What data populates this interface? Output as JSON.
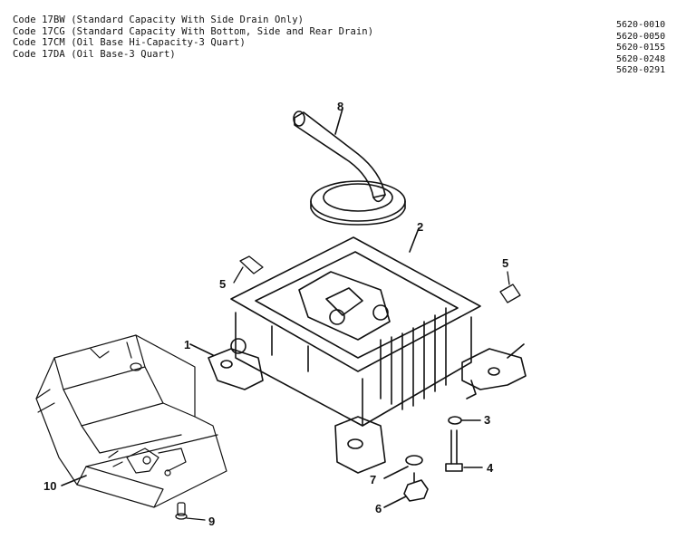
{
  "code_lines": [
    "Code 17BW (Standard Capacity With Side Drain Only)",
    "Code 17CG (Standard Capacity With Bottom, Side and Rear Drain)",
    "Code 17CM (Oil Base Hi-Capacity-3 Quart)",
    "Code 17DA (Oil Base-3 Quart)"
  ],
  "part_numbers": [
    "5620-0010",
    "5620-0050",
    "5620-0155",
    "5620-0248",
    "5620-0291"
  ],
  "callouts": {
    "c1": "1",
    "c2": "2",
    "c3": "3",
    "c4": "4",
    "c5a": "5",
    "c5b": "5",
    "c6": "6",
    "c7": "7",
    "c8": "8",
    "c9": "9",
    "c10": "10"
  }
}
